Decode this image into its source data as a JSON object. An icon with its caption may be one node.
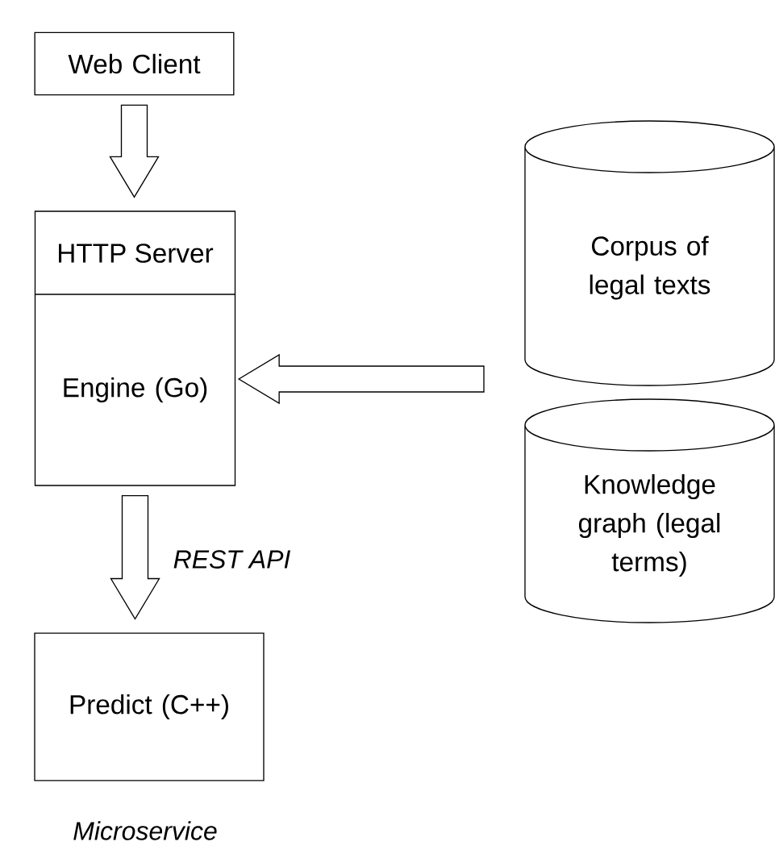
{
  "diagram": {
    "nodes": [
      {
        "text": [
          "Web Client"
        ]
      },
      {
        "text": [
          "HTTP Server",
          "Engine (Go)"
        ]
      },
      {
        "text": [
          "Predict (C++)"
        ],
        "beside": [
          "Microservice"
        ]
      },
      {
        "text": [
          "Corpus of legal texts"
        ]
      },
      {
        "text": [
          "Knowledge graph (legal terms)"
        ]
      }
    ],
    "edges": [
      {
        "from": 0,
        "to": 1,
        "arrow": "to"
      },
      {
        "from": 1,
        "to": 2,
        "arrow": "to",
        "label": "REST API"
      },
      {
        "from": null,
        "to": 1,
        "arrow": "to"
      }
    ]
  }
}
